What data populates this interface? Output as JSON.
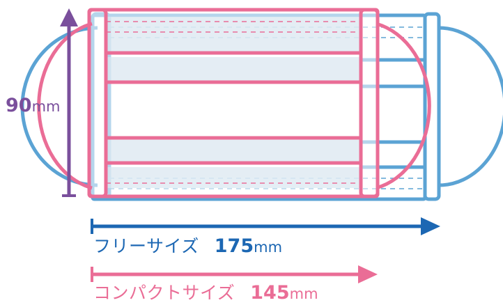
{
  "colors": {
    "free_size": "#5ba3d4",
    "free_arrow": "#1c67b3",
    "compact_size": "#ea6d96",
    "compact_arrow": "#ea6d96",
    "height_arrow": "#7a4f9c"
  },
  "height": {
    "value": "90",
    "unit": "mm"
  },
  "free_size": {
    "label": "フリーサイズ",
    "value": "175",
    "unit": "mm"
  },
  "compact_size": {
    "label": "コンパクトサイズ",
    "value": "145",
    "unit": "mm"
  }
}
